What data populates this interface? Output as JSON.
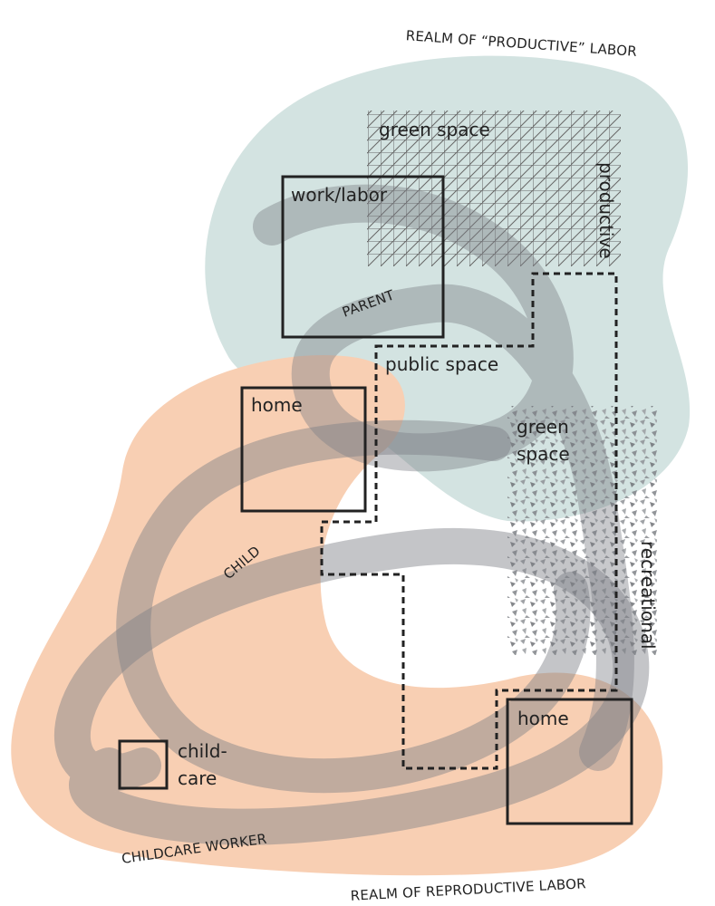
{
  "realms": {
    "productive": "REALM OF “PRODUCTIVE” LABOR",
    "reproductive": "REALM OF REPRODUCTIVE LABOR"
  },
  "places": {
    "green_space_top": "green space",
    "productive": "productive",
    "work": "work/labor",
    "public_space": "public space",
    "home_left": "home",
    "green_space_right_line1": "green",
    "green_space_right_line2": "space",
    "recreational": "recreational",
    "home_bottom": "home",
    "childcare_line1": "child-",
    "childcare_line2": "care"
  },
  "paths": {
    "parent": "PARENT",
    "child": "CHILD",
    "childcare_worker": "CHILDCARE WORKER"
  },
  "colors": {
    "productive_realm": "#d3e3e1",
    "reproductive_realm": "#f8cfb3",
    "path": "#7c7f86",
    "line": "#222222"
  }
}
